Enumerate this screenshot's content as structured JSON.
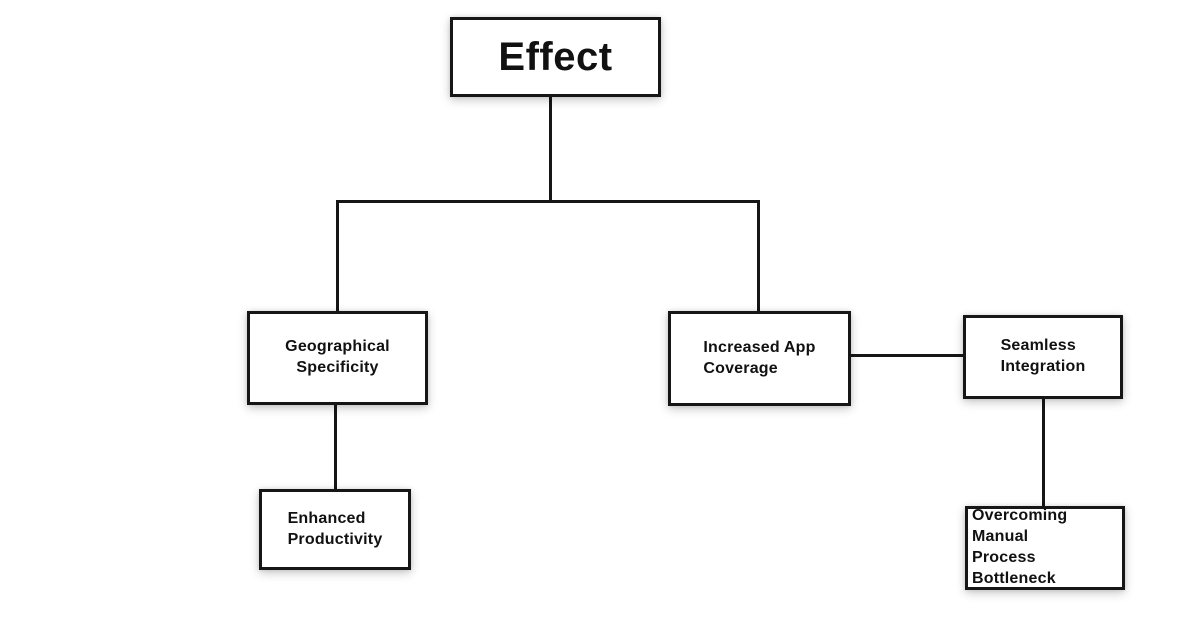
{
  "diagram": {
    "type": "flowchart",
    "root_label": "Effect",
    "nodes": [
      {
        "id": "effect",
        "label": "Effect"
      },
      {
        "id": "geographical-specificity",
        "label": "Geographical\nSpecificity"
      },
      {
        "id": "increased-app-coverage",
        "label": "Increased App\nCoverage"
      },
      {
        "id": "seamless-integration",
        "label": "Seamless\nIntegration"
      },
      {
        "id": "enhanced-productivity",
        "label": "Enhanced\nProductivity"
      },
      {
        "id": "overcoming-manual-process-bottleneck",
        "label": "Overcoming Manual\nProcess Bottleneck"
      }
    ],
    "edges": [
      {
        "from": "effect",
        "to": "geographical-specificity"
      },
      {
        "from": "effect",
        "to": "increased-app-coverage"
      },
      {
        "from": "increased-app-coverage",
        "to": "seamless-integration"
      },
      {
        "from": "geographical-specificity",
        "to": "enhanced-productivity"
      },
      {
        "from": "seamless-integration",
        "to": "overcoming-manual-process-bottleneck"
      }
    ],
    "colors": {
      "background": "#ffffff",
      "node_fill": "#ffffff",
      "node_border": "#161616",
      "connector": "#161616",
      "text": "#111111"
    }
  }
}
